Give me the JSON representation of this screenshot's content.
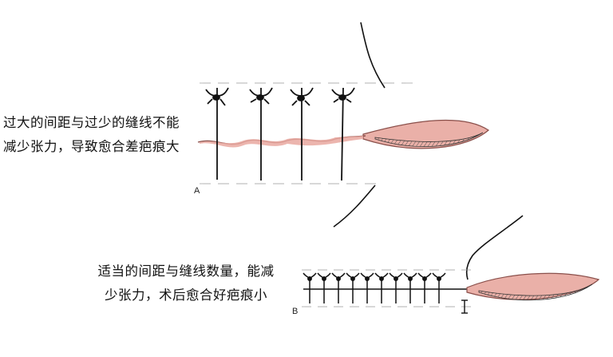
{
  "caption_a": {
    "line1": "过大的间距与过少的缝线不能",
    "line2": "减少张力，导致愈合差疤痕大"
  },
  "caption_b": {
    "line1": "适当的间距与缝线数量，能减",
    "line2": "少张力，术后愈合好疤痕小"
  },
  "panel_a_label": "A",
  "panel_b_label": "B",
  "panel_a_stitch_count": 4,
  "panel_b_stitch_count": 10,
  "colors": {
    "ink": "#111111",
    "wound_fill": "#e8aaa3",
    "wound_edge": "#b06a64",
    "tissue": "#777777"
  }
}
